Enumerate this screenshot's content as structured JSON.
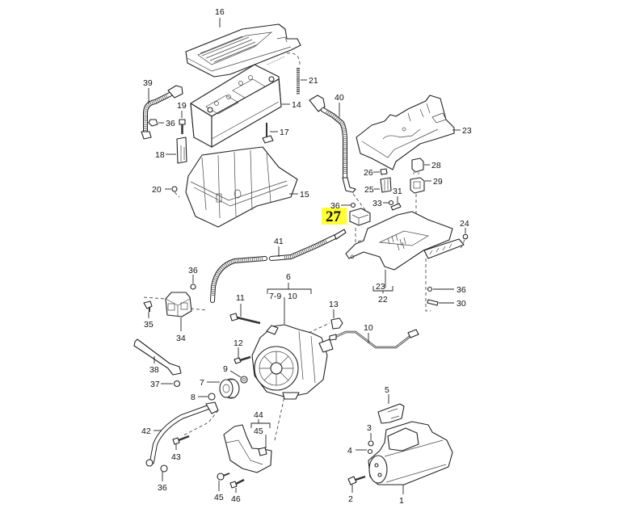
{
  "diagram": {
    "title": "Battery, alternator and starter — exploded parts view",
    "highlight": {
      "label": "27",
      "color": "#ffff33"
    },
    "callouts": {
      "p1": "1",
      "p2": "2",
      "p3": "3",
      "p4": "4",
      "p5": "5",
      "p6": "6",
      "p7": "7",
      "p7_9": "7-9",
      "p8": "8",
      "p9": "9",
      "p10a": "10",
      "p10b": "10",
      "p11": "11",
      "p12": "12",
      "p13": "13",
      "p14": "14",
      "p15": "15",
      "p16": "16",
      "p17": "17",
      "p18": "18",
      "p19": "19",
      "p20": "20",
      "p21": "21",
      "p22": "22",
      "p23a": "23",
      "p23b": "23",
      "p24": "24",
      "p25": "25",
      "p26": "26",
      "p28": "28",
      "p29": "29",
      "p30": "30",
      "p31": "31",
      "p33": "33",
      "p34": "34",
      "p35": "35",
      "p36a": "36",
      "p36b": "36",
      "p36c": "36",
      "p36d": "36",
      "p36e": "36",
      "p37": "37",
      "p38": "38",
      "p39": "39",
      "p40": "40",
      "p41": "41",
      "p42": "42",
      "p43": "43",
      "p44": "44",
      "p45a": "45",
      "p45b": "45",
      "p46": "46"
    },
    "parts": [
      {
        "id": "16",
        "name": "battery-cover"
      },
      {
        "id": "14",
        "name": "battery"
      },
      {
        "id": "15",
        "name": "battery-tray"
      },
      {
        "id": "23",
        "name": "mounting-bracket"
      },
      {
        "id": "22",
        "name": "bracket-assembly"
      },
      {
        "id": "27",
        "name": "highlighted-component"
      },
      {
        "id": "6",
        "name": "alternator"
      },
      {
        "id": "1",
        "name": "starter-motor"
      }
    ]
  }
}
